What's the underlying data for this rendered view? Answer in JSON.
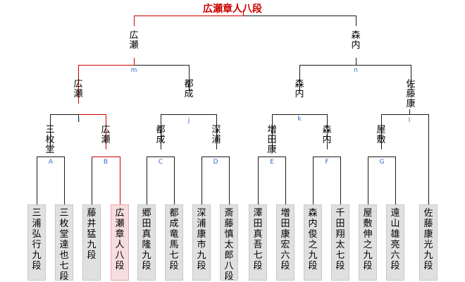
{
  "champion": "広瀬章人八段",
  "final": {
    "left": "広瀬",
    "right": "森内"
  },
  "semis": [
    {
      "name": "広瀬"
    },
    {
      "name": "都成"
    },
    {
      "name": "森内"
    },
    {
      "name": "佐藤康"
    }
  ],
  "quarters": [
    {
      "name": "三枚堂"
    },
    {
      "name": "広瀬"
    },
    {
      "name": "都成"
    },
    {
      "name": "深浦"
    },
    {
      "name": "増田康"
    },
    {
      "name": "森内"
    },
    {
      "name": "屋敷"
    }
  ],
  "match_labels": {
    "m": "m",
    "n": "n",
    "i": "i",
    "j": "j",
    "k": "k",
    "l": "l",
    "A": "A",
    "B": "B",
    "C": "C",
    "D": "D",
    "E": "E",
    "F": "F",
    "G": "G"
  },
  "players": [
    {
      "name": "三浦弘行九段"
    },
    {
      "name": "三枚堂達也七段"
    },
    {
      "name": "藤井　猛九段"
    },
    {
      "name": "広瀬章人八段"
    },
    {
      "name": "郷田真隆九段"
    },
    {
      "name": "都成竜馬七段"
    },
    {
      "name": "深浦康市九段"
    },
    {
      "name": "斎藤慎太郎八段"
    },
    {
      "name": "澤田真吾七段"
    },
    {
      "name": "増田康宏六段"
    },
    {
      "name": "森内俊之九段"
    },
    {
      "name": "千田翔太七段"
    },
    {
      "name": "屋敷伸之九段"
    },
    {
      "name": "遠山雄亮六段"
    },
    {
      "name": "佐藤康光九段"
    }
  ],
  "colors": {
    "win_line": "#cc0000",
    "line": "#1a1a1a",
    "label": "#3366cc"
  }
}
